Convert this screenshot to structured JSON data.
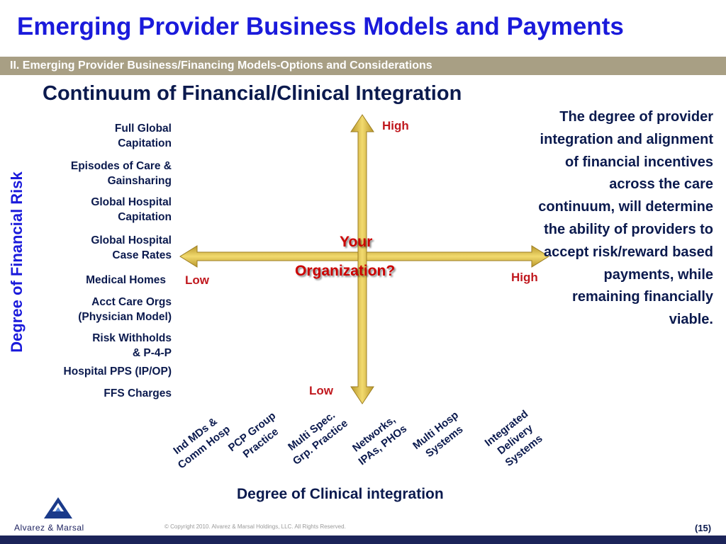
{
  "title": "Emerging Provider Business Models and Payments",
  "subtitle": "II. Emerging Provider Business/Financing Models-Options and Considerations",
  "heading": "Continuum of Financial/Clinical Integration",
  "y_axis": {
    "label": "Degree of Financial Risk",
    "high": "High",
    "low": "Low",
    "items": [
      {
        "lines": [
          "Full Global",
          "Capitation"
        ]
      },
      {
        "lines": [
          "Episodes of Care &",
          "Gainsharing"
        ]
      },
      {
        "lines": [
          "Global Hospital",
          "Capitation"
        ]
      },
      {
        "lines": [
          "Global Hospital",
          "Case Rates"
        ]
      },
      {
        "lines": [
          "Medical Homes"
        ]
      },
      {
        "lines": [
          "Acct Care Orgs",
          "(Physician Model)"
        ]
      },
      {
        "lines": [
          "Risk Withholds",
          "& P-4-P"
        ]
      },
      {
        "lines": [
          "Hospital PPS (IP/OP)"
        ]
      },
      {
        "lines": [
          "FFS Charges"
        ]
      }
    ]
  },
  "x_axis": {
    "label": "Degree of Clinical integration",
    "low": "Low",
    "high": "High",
    "items": [
      {
        "lines": [
          "Ind MDs &",
          "Comm Hosp"
        ]
      },
      {
        "lines": [
          "PCP Group",
          "Practice"
        ]
      },
      {
        "lines": [
          "Multi Spec.",
          "Grp. Practice"
        ]
      },
      {
        "lines": [
          "Networks,",
          "IPAs, PHOs"
        ]
      },
      {
        "lines": [
          "Multi Hosp",
          "Systems"
        ]
      },
      {
        "lines": [
          "Integrated",
          "Delivery",
          "Systems"
        ]
      }
    ]
  },
  "center_label": {
    "line1": "Your",
    "line2": "Organization?"
  },
  "description": "The degree of provider integration and alignment of financial incentives across the care continuum, will determine the ability of providers to accept risk/reward based payments, while remaining financially viable.",
  "footer": {
    "logo": "Alvarez & Marsal",
    "copyright": "© Copyright 2010. Alvarez & Marsal Holdings, LLC. All Rights Reserved.",
    "page": "(15)"
  },
  "colors": {
    "title": "#1a1adb",
    "banner": "#a89f84",
    "axis_gold": "#d4b43a",
    "axis_end": "#c0181e",
    "navy": "#0b1a4e"
  }
}
